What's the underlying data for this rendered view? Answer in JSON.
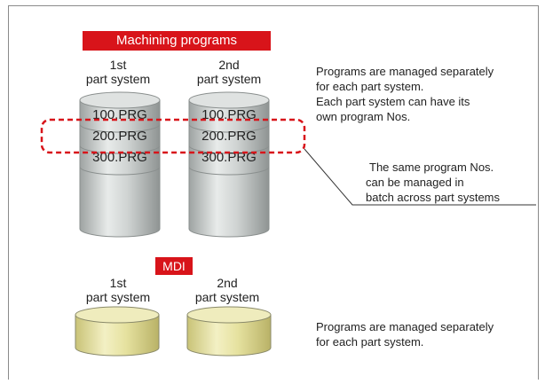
{
  "top_section": {
    "banner": "Machining programs",
    "systems": [
      {
        "line1": "1st",
        "line2": "part system"
      },
      {
        "line1": "2nd",
        "line2": "part system"
      }
    ],
    "programs": [
      "100.PRG",
      "200.PRG",
      "300.PRG"
    ],
    "note_lines": [
      "Programs are managed separately",
      "for each part system.",
      "Each part system can have its",
      "own program Nos."
    ],
    "callout_lines": [
      "The same program Nos.",
      "can be managed in",
      "batch across part systems"
    ]
  },
  "bottom_section": {
    "banner": "MDI",
    "systems": [
      {
        "line1": "1st",
        "line2": "part system"
      },
      {
        "line1": "2nd",
        "line2": "part system"
      }
    ],
    "note_lines": [
      "Programs are managed separately",
      "for each part system."
    ]
  },
  "colors": {
    "banner": "#d8141a",
    "dashed_highlight": "#d8141a",
    "program_cylinder": "#c9cdcc",
    "mdi_cylinder": "#e6e2a0"
  }
}
